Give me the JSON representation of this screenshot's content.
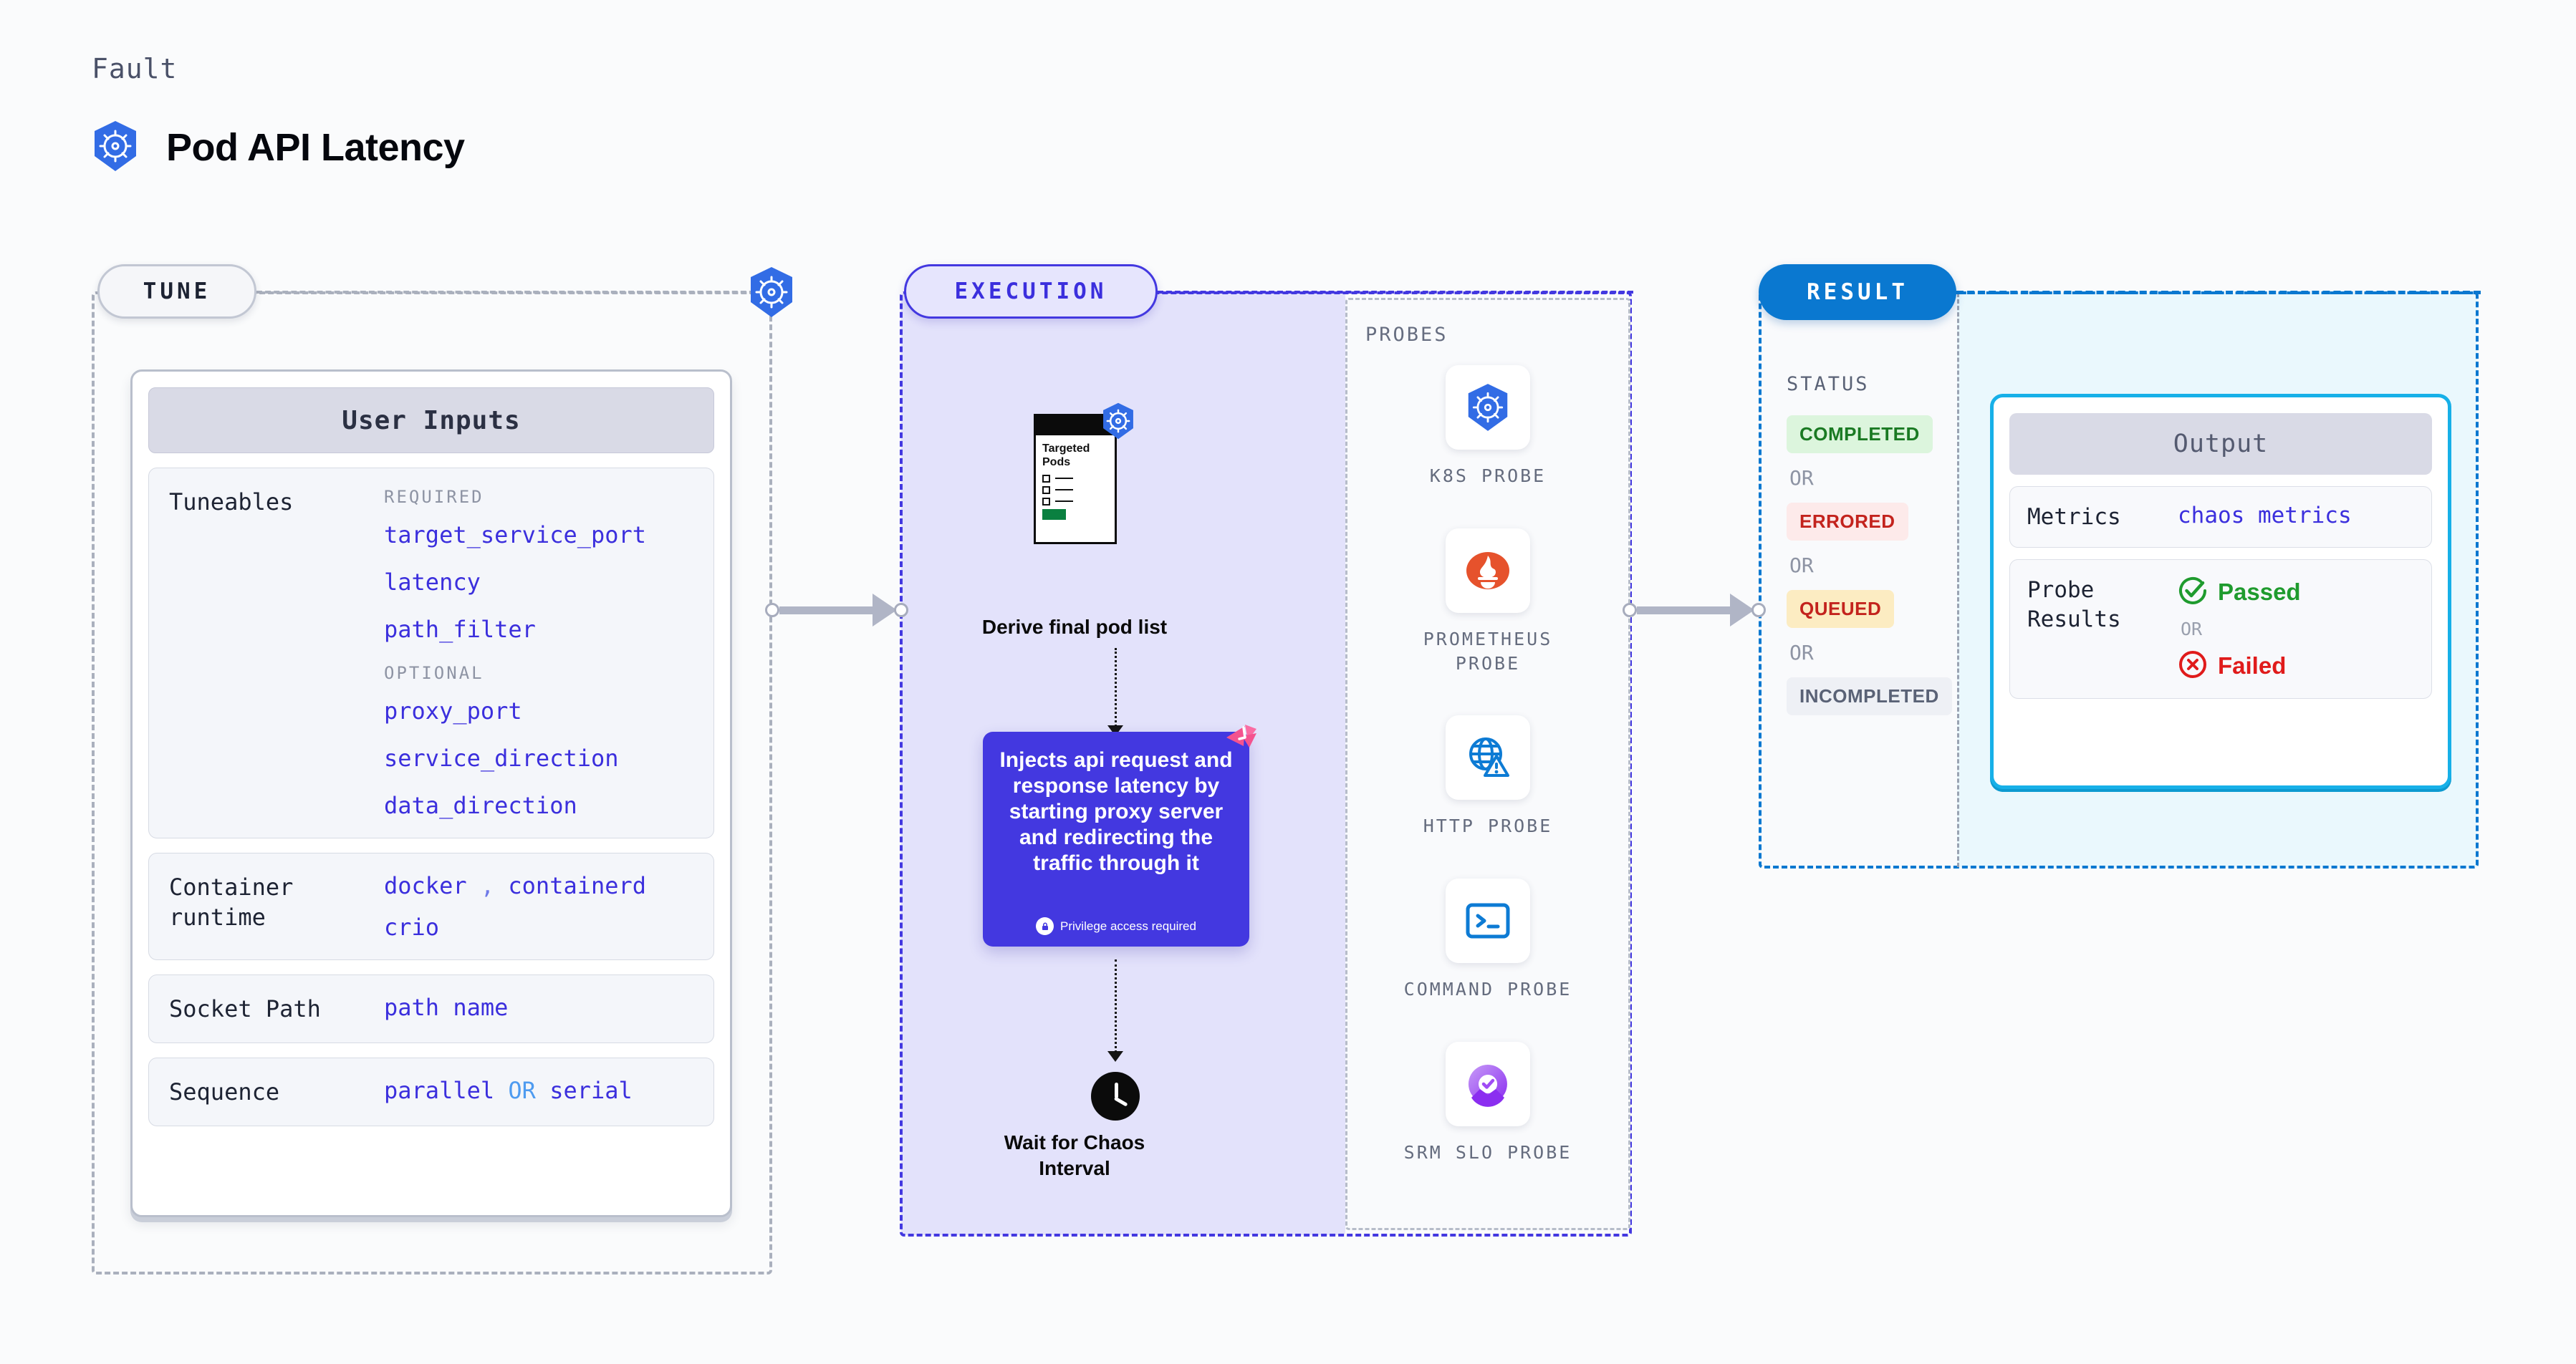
{
  "header": {
    "eyebrow": "Fault",
    "title": "Pod API Latency",
    "icon": "kubernetes-icon"
  },
  "colors": {
    "accent_purple": "#4338e0",
    "accent_blue": "#0a78d0",
    "accent_cyan": "#17b0e8",
    "link_blue": "#3b2fdd",
    "muted": "#8e94a4",
    "status_completed_bg": "#dcf5dd",
    "status_completed_fg": "#1a7a23",
    "status_errored_bg": "#fdeaea",
    "status_errored_fg": "#c3231d",
    "status_queued_bg": "#fcecc2",
    "status_queued_fg": "#c3231d",
    "status_incompleted_bg": "#eef0f5",
    "status_incompleted_fg": "#5a6276"
  },
  "tune": {
    "pill_label": "TUNE",
    "badge_icon": "kubernetes-icon",
    "card": {
      "header": "User Inputs",
      "tuneables": {
        "label": "Tuneables",
        "required_heading": "REQUIRED",
        "required": [
          "target_service_port",
          "latency",
          "path_filter"
        ],
        "optional_heading": "OPTIONAL",
        "optional": [
          "proxy_port",
          "service_direction",
          "data_direction"
        ]
      },
      "container_runtime": {
        "label": "Container runtime",
        "values_line1": [
          "docker",
          "containerd"
        ],
        "separator": ",",
        "values_line2": [
          "crio"
        ]
      },
      "socket_path": {
        "label": "Socket Path",
        "value": "path name"
      },
      "sequence": {
        "label": "Sequence",
        "value_left": "parallel",
        "conjunction": "OR",
        "value_right": "serial"
      }
    }
  },
  "execution": {
    "pill_label": "EXECUTION",
    "steps": [
      {
        "id": "derive-pods",
        "doc_title": "Targeted Pods",
        "caption": "Derive final pod list",
        "badge_icon": "kubernetes-icon"
      },
      {
        "id": "inject-latency",
        "text": "Injects api request and response latency by starting proxy server and redirecting the traffic through it",
        "privilege_note": "Privilege access required",
        "privilege_icon": "lock-icon",
        "corner_icon": "litmus-chaos-icon"
      },
      {
        "id": "wait-interval",
        "icon": "clock-icon",
        "caption": "Wait for Chaos Interval"
      }
    ],
    "probes": {
      "title": "PROBES",
      "items": [
        {
          "name": "K8S PROBE",
          "icon": "kubernetes-icon"
        },
        {
          "name": "PROMETHEUS PROBE",
          "icon": "prometheus-icon"
        },
        {
          "name": "HTTP PROBE",
          "icon": "http-globe-warning-icon"
        },
        {
          "name": "COMMAND PROBE",
          "icon": "terminal-icon"
        },
        {
          "name": "SRM SLO PROBE",
          "icon": "srm-slo-donut-icon"
        }
      ]
    }
  },
  "result": {
    "pill_label": "RESULT",
    "status": {
      "title": "STATUS",
      "or_label": "OR",
      "items": [
        {
          "label": "COMPLETED",
          "state": "completed"
        },
        {
          "label": "ERRORED",
          "state": "errored"
        },
        {
          "label": "QUEUED",
          "state": "queued"
        },
        {
          "label": "INCOMPLETED",
          "state": "incompleted"
        }
      ]
    },
    "output": {
      "header": "Output",
      "metrics": {
        "label": "Metrics",
        "value": "chaos metrics"
      },
      "probe_results": {
        "label": "Probe Results",
        "passed": "Passed",
        "or_label": "OR",
        "failed": "Failed",
        "passed_icon": "check-circle-icon",
        "failed_icon": "x-circle-icon"
      }
    }
  }
}
